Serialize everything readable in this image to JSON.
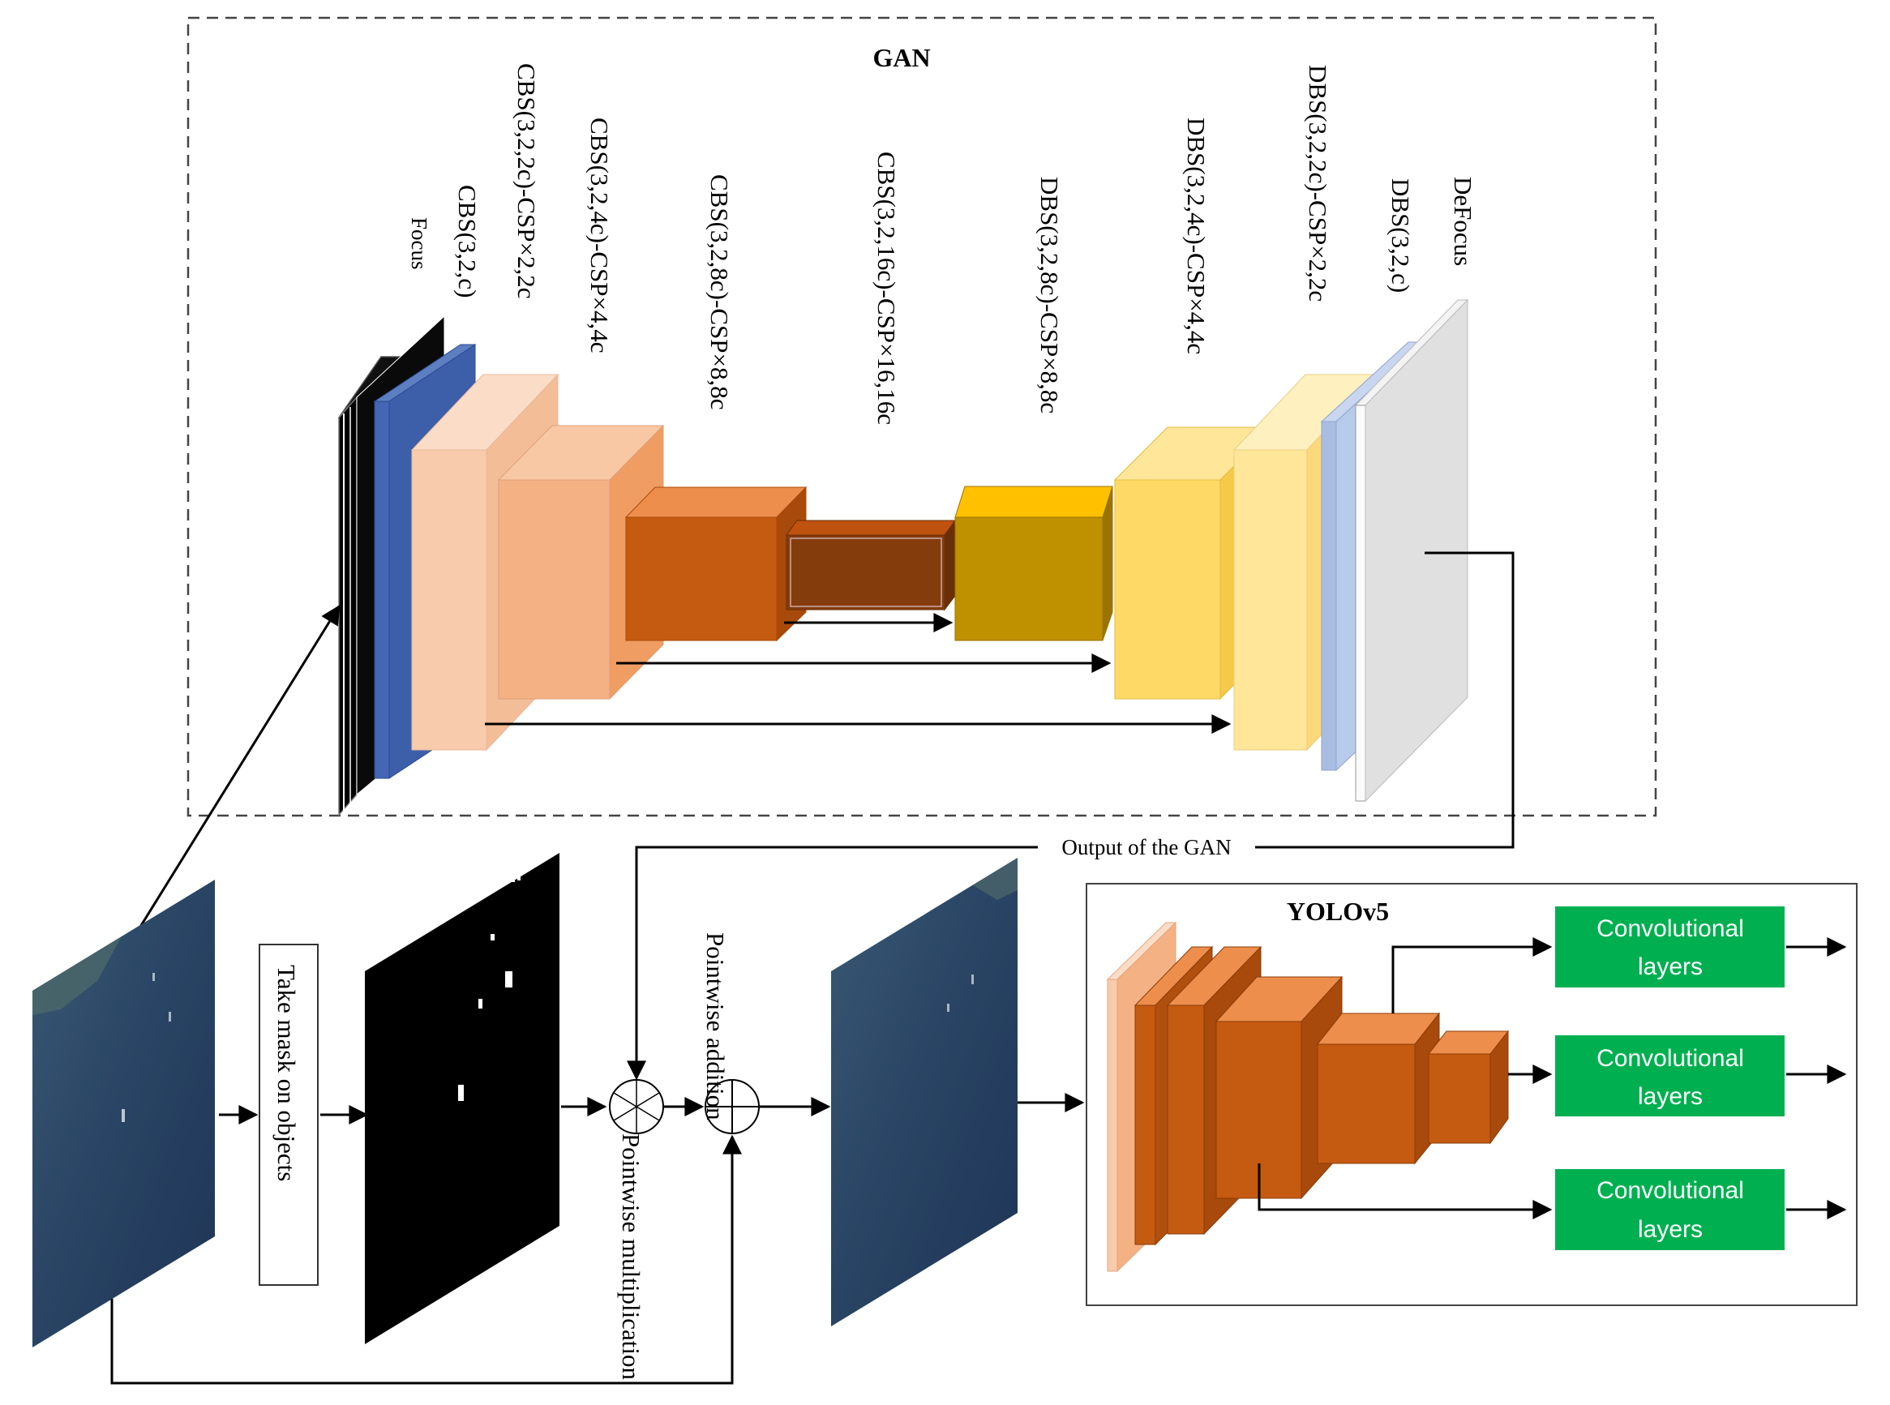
{
  "gan": {
    "title": "GAN",
    "layers": [
      {
        "label": "Focus"
      },
      {
        "label": "CBS(3,2,c)"
      },
      {
        "label": "CBS(3,2,2c)-CSP×2,2c"
      },
      {
        "label": "CBS(3,2,4c)-CSP×4,4c"
      },
      {
        "label": "CBS(3,2,8c)-CSP×8,8c"
      },
      {
        "label": "CBS(3,2,16c)-CSP×16,16c"
      },
      {
        "label": "DBS(3,2,8c)-CSP×8,8c"
      },
      {
        "label": "DBS(3,2,4c)-CSP×4,4c"
      },
      {
        "label": "DBS(3,2,2c)-CSP×2,2c"
      },
      {
        "label": "DBS(3,2,c)"
      },
      {
        "label": "DeFocus"
      }
    ],
    "output_label": "Output of the GAN"
  },
  "pipeline": {
    "take_mask": "Take mask on objects",
    "pointwise_addition": "Pointwise addition",
    "pointwise_multiplication": "Pointwise multiplication"
  },
  "yolo": {
    "title": "YOLOv5",
    "heads": [
      {
        "label": "Convolutional layers"
      },
      {
        "label": "Convolutional layers"
      },
      {
        "label": "Convolutional layers"
      }
    ]
  },
  "colors": {
    "focus": "#000000",
    "cbs_blue": "#3d5fa9",
    "peach_light": "#f8cbad",
    "peach": "#f4b183",
    "orange": "#c55a11",
    "brown": "#843c0c",
    "gold": "#bf9000",
    "yellow": "#ffd966",
    "yellow_light": "#ffe699",
    "blue_light": "#a9bde3",
    "defocus": "#e0e0e0",
    "green": "#00b050",
    "satellite": "#2b4466"
  }
}
